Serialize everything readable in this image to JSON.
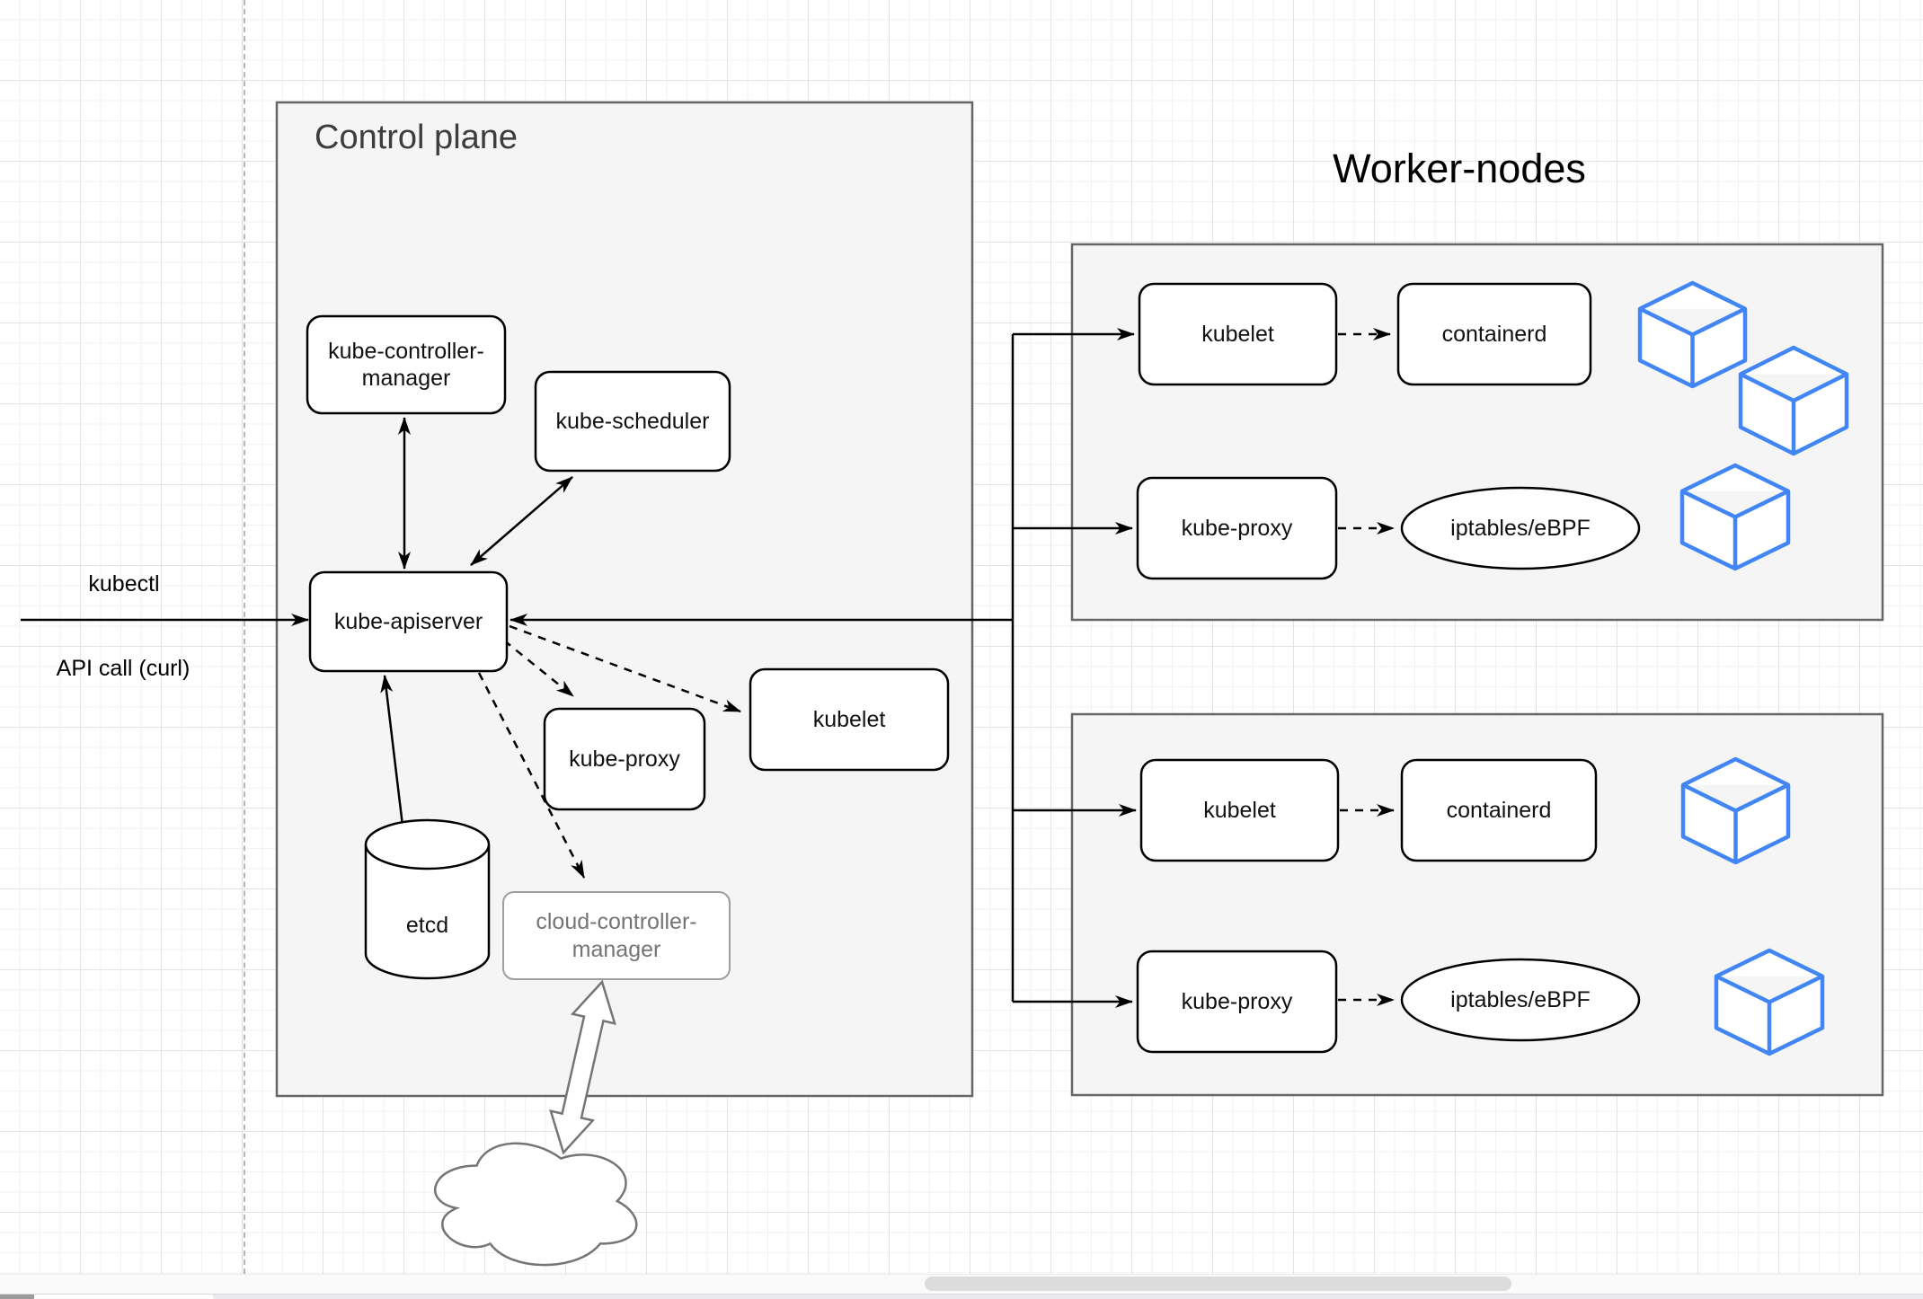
{
  "titles": {
    "control_plane": "Control plane",
    "worker_nodes": "Worker-nodes"
  },
  "external_labels": {
    "kubectl": "kubectl",
    "api_call": "API call (curl)"
  },
  "control_plane": {
    "kube_controller_manager": "kube-controller-manager",
    "kube_scheduler": "kube-scheduler",
    "kube_apiserver": "kube-apiserver",
    "kube_proxy": "kube-proxy",
    "kubelet": "kubelet",
    "cloud_controller_manager": "cloud-controller-manager",
    "etcd": "etcd"
  },
  "worker_node_1": {
    "kubelet": "kubelet",
    "containerd": "containerd",
    "kube_proxy": "kube-proxy",
    "iptables": "iptables/eBPF"
  },
  "worker_node_2": {
    "kubelet": "kubelet",
    "containerd": "containerd",
    "kube_proxy": "kube-proxy",
    "iptables": "iptables/eBPF"
  },
  "colors": {
    "cube_blue": "#4285f4",
    "group_fill": "#f5f5f5",
    "group_border": "#666666",
    "node_border": "#000000",
    "muted_text": "#757575",
    "scroll_thumb": "#dcdcdc"
  }
}
